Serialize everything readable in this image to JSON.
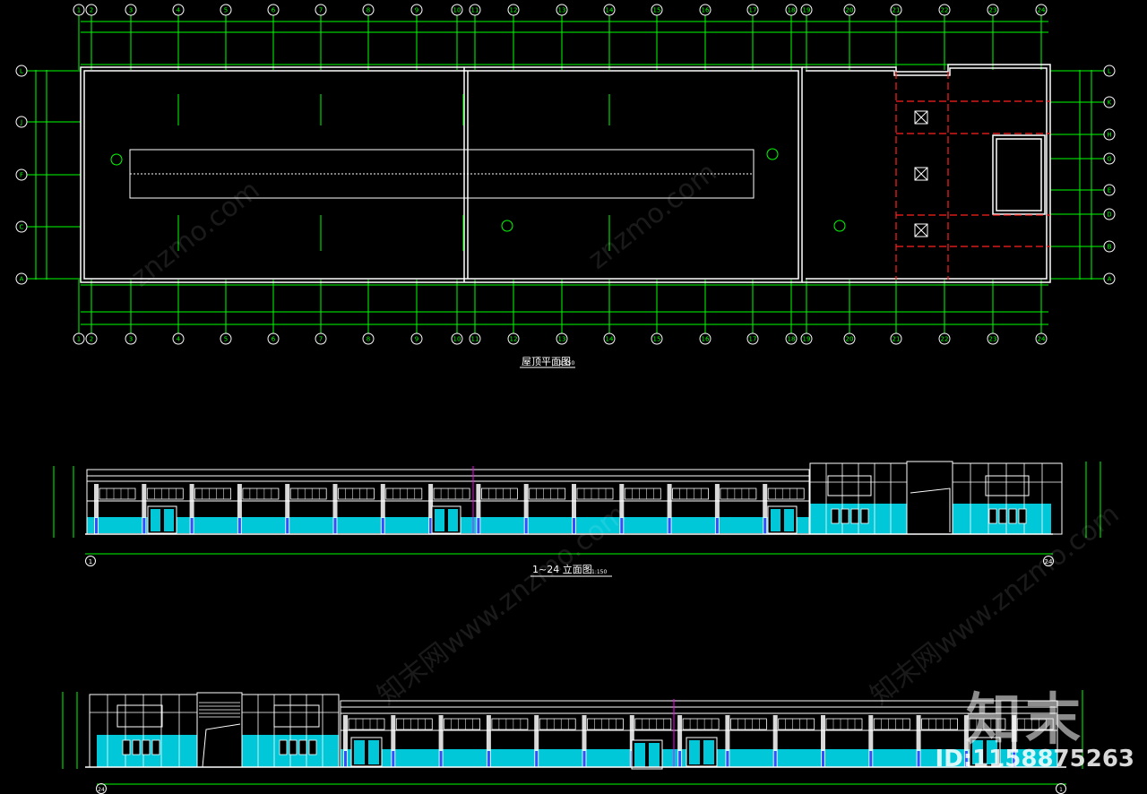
{
  "roof_plan": {
    "title": "屋顶平面图",
    "scale": "1:150",
    "top_axes": [
      "1",
      "2",
      "3",
      "4",
      "5",
      "6",
      "7",
      "8",
      "9",
      "10",
      "11",
      "12",
      "13",
      "14",
      "15",
      "16",
      "17",
      "18",
      "19",
      "20",
      "21",
      "22",
      "23",
      "24"
    ],
    "bottom_axes": [
      "1",
      "2",
      "3",
      "4",
      "5",
      "6",
      "7",
      "8",
      "9",
      "10",
      "11",
      "12",
      "13",
      "14",
      "15",
      "16",
      "17",
      "18",
      "19",
      "20",
      "21",
      "22",
      "23",
      "24"
    ],
    "left_axes": [
      "L",
      "J",
      "F",
      "C",
      "A"
    ],
    "right_axes": [
      "L",
      "K",
      "H",
      "G",
      "E",
      "D",
      "B",
      "A"
    ]
  },
  "front_elevation": {
    "title": "1~24 立面图",
    "scale": "1:150",
    "axis_left": "1",
    "axis_right": "24"
  },
  "rear_elevation": {
    "axis_left": "24",
    "axis_right": "1"
  },
  "watermark": {
    "site": "znzmo.com",
    "site_cn": "知末网www.znzmo.com"
  },
  "brand": {
    "logo_text": "知末",
    "id_label": "ID:1158875263"
  },
  "colors": {
    "background": "#000000",
    "outline": "#ffffff",
    "axis": "#00ff00",
    "facade_fill": "#00c8d8",
    "section_line": "#ff2020",
    "accent": "#ff00ff"
  }
}
